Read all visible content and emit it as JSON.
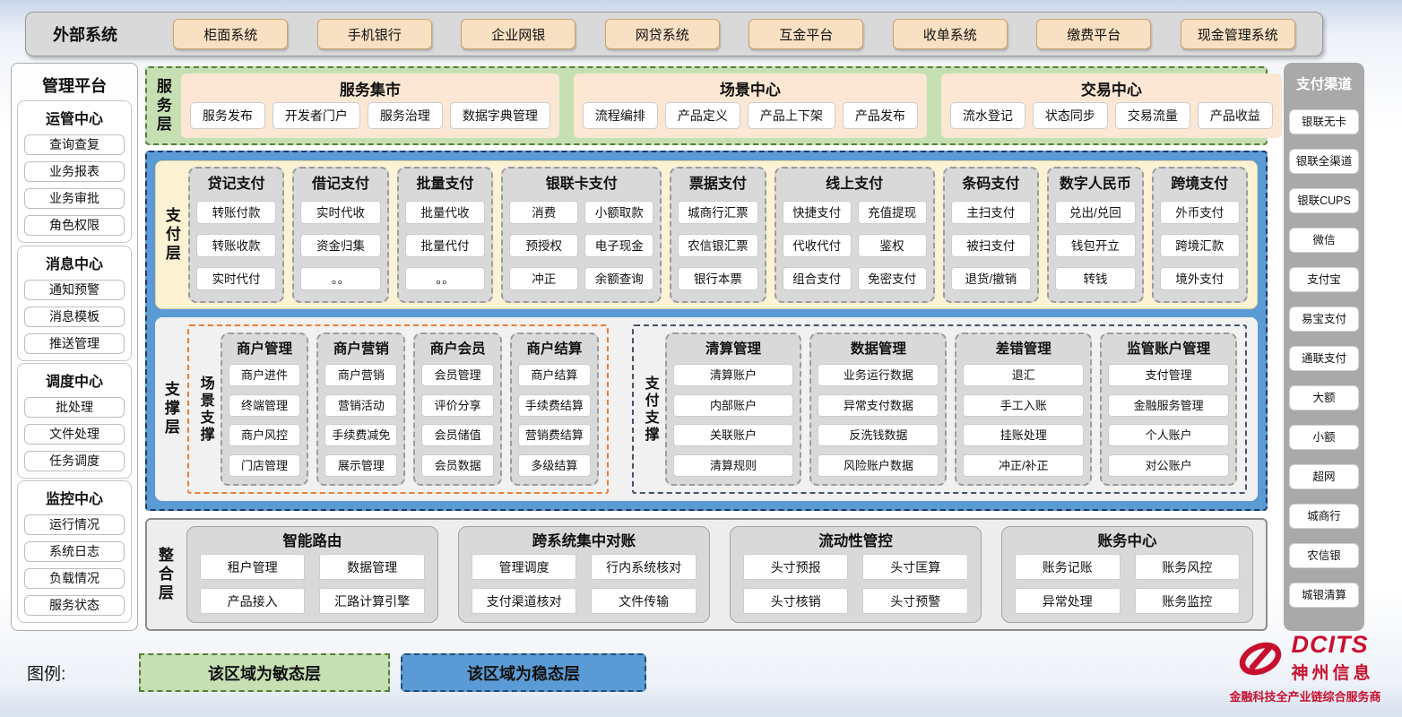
{
  "colors": {
    "agile_green_bg": "#c6e0b4",
    "agile_green_border": "#538135",
    "stable_blue_bg": "#5b9bd5",
    "stable_blue_border": "#1f3864",
    "payment_yellow_bg": "#fdf2d3",
    "column_gray_bg": "#d9d9d9",
    "tan_box_bg": "#fbe7d3",
    "tan_button_bg": "#f8e0c2",
    "scene_support_accent": "#ed7d31",
    "payment_support_accent": "#44546a",
    "brand_red": "#c8102e"
  },
  "external": {
    "title": "外部系统",
    "systems": [
      "柜面系统",
      "手机银行",
      "企业网银",
      "网贷系统",
      "互金平台",
      "收单系统",
      "缴费平台",
      "现金管理系统"
    ]
  },
  "management": {
    "title": "管理平台",
    "groups": [
      {
        "title": "运管中心",
        "items": [
          "查询查复",
          "业务报表",
          "业务审批",
          "角色权限"
        ]
      },
      {
        "title": "消息中心",
        "items": [
          "通知预警",
          "消息模板",
          "推送管理"
        ]
      },
      {
        "title": "调度中心",
        "items": [
          "批处理",
          "文件处理",
          "任务调度"
        ]
      },
      {
        "title": "监控中心",
        "items": [
          "运行情况",
          "系统日志",
          "负载情况",
          "服务状态"
        ]
      }
    ]
  },
  "service_layer": {
    "label": "服务层",
    "centers": [
      {
        "title": "服务集市",
        "items": [
          "服务发布",
          "开发者门户",
          "服务治理",
          "数据字典管理"
        ]
      },
      {
        "title": "场景中心",
        "items": [
          "流程编排",
          "产品定义",
          "产品上下架",
          "产品发布"
        ]
      },
      {
        "title": "交易中心",
        "items": [
          "流水登记",
          "状态同步",
          "交易流量",
          "产品收益"
        ]
      }
    ]
  },
  "payment_layer": {
    "label": "支付层",
    "columns": [
      {
        "title": "贷记支付",
        "rows": [
          [
            "转账付款"
          ],
          [
            "转账收款"
          ],
          [
            "实时代付"
          ]
        ]
      },
      {
        "title": "借记支付",
        "rows": [
          [
            "实时代收"
          ],
          [
            "资金归集"
          ],
          [
            "。。"
          ]
        ]
      },
      {
        "title": "批量支付",
        "rows": [
          [
            "批量代收"
          ],
          [
            "批量代付"
          ],
          [
            "。。"
          ]
        ]
      },
      {
        "title": "银联卡支付",
        "rows": [
          [
            "消费",
            "小额取款"
          ],
          [
            "预授权",
            "电子现金"
          ],
          [
            "冲正",
            "余额查询"
          ]
        ]
      },
      {
        "title": "票据支付",
        "rows": [
          [
            "城商行汇票"
          ],
          [
            "农信银汇票"
          ],
          [
            "银行本票"
          ]
        ]
      },
      {
        "title": "线上支付",
        "rows": [
          [
            "快捷支付",
            "充值提现"
          ],
          [
            "代收代付",
            "鉴权"
          ],
          [
            "组合支付",
            "免密支付"
          ]
        ]
      },
      {
        "title": "条码支付",
        "rows": [
          [
            "主扫支付"
          ],
          [
            "被扫支付"
          ],
          [
            "退货/撤销"
          ]
        ]
      },
      {
        "title": "数字人民币",
        "rows": [
          [
            "兑出/兑回"
          ],
          [
            "钱包开立"
          ],
          [
            "转钱"
          ]
        ]
      },
      {
        "title": "跨境支付",
        "rows": [
          [
            "外币支付"
          ],
          [
            "跨境汇款"
          ],
          [
            "境外支付"
          ]
        ]
      }
    ]
  },
  "support_layer": {
    "label": "支撑层",
    "groups": [
      {
        "label": "场景支撑",
        "columns": [
          {
            "title": "商户管理",
            "items": [
              "商户进件",
              "终端管理",
              "商户风控",
              "门店管理"
            ]
          },
          {
            "title": "商户营销",
            "items": [
              "商户营销",
              "营销活动",
              "手续费减免",
              "展示管理"
            ]
          },
          {
            "title": "商户会员",
            "items": [
              "会员管理",
              "评价分享",
              "会员储值",
              "会员数据"
            ]
          },
          {
            "title": "商户结算",
            "items": [
              "商户结算",
              "手续费结算",
              "营销费结算",
              "多级结算"
            ]
          }
        ]
      },
      {
        "label": "支付支撑",
        "columns": [
          {
            "title": "清算管理",
            "items": [
              "清算账户",
              "内部账户",
              "关联账户",
              "清算规则"
            ]
          },
          {
            "title": "数据管理",
            "items": [
              "业务运行数据",
              "异常支付数据",
              "反洗钱数据",
              "风险账户数据"
            ]
          },
          {
            "title": "差错管理",
            "items": [
              "退汇",
              "手工入账",
              "挂账处理",
              "冲正/补正"
            ]
          },
          {
            "title": "监管账户管理",
            "items": [
              "支付管理",
              "金融服务管理",
              "个人账户",
              "对公账户"
            ]
          }
        ]
      }
    ]
  },
  "integration_layer": {
    "label": "整合层",
    "groups": [
      {
        "title": "智能路由",
        "items": [
          "租户管理",
          "数据管理",
          "产品接入",
          "汇路计算引擎"
        ]
      },
      {
        "title": "跨系统集中对账",
        "items": [
          "管理调度",
          "行内系统核对",
          "支付渠道核对",
          "文件传输"
        ]
      },
      {
        "title": "流动性管控",
        "items": [
          "头寸预报",
          "头寸匡算",
          "头寸核销",
          "头寸预警"
        ]
      },
      {
        "title": "账务中心",
        "items": [
          "账务记账",
          "账务风控",
          "异常处理",
          "账务监控"
        ]
      }
    ]
  },
  "channels": {
    "title": "支付渠道",
    "items": [
      "银联无卡",
      "银联全渠道",
      "银联CUPS",
      "微信",
      "支付宝",
      "易宝支付",
      "通联支付",
      "大额",
      "小额",
      "超网",
      "城商行",
      "农信银",
      "城银清算"
    ]
  },
  "legend": {
    "label": "图例:",
    "agile_label": "该区域为敏态层",
    "stable_label": "该区域为稳态层"
  },
  "logo": {
    "name": "DCITS",
    "cn_name": "神州信息",
    "tagline": "金融科技全产业链综合服务商"
  }
}
